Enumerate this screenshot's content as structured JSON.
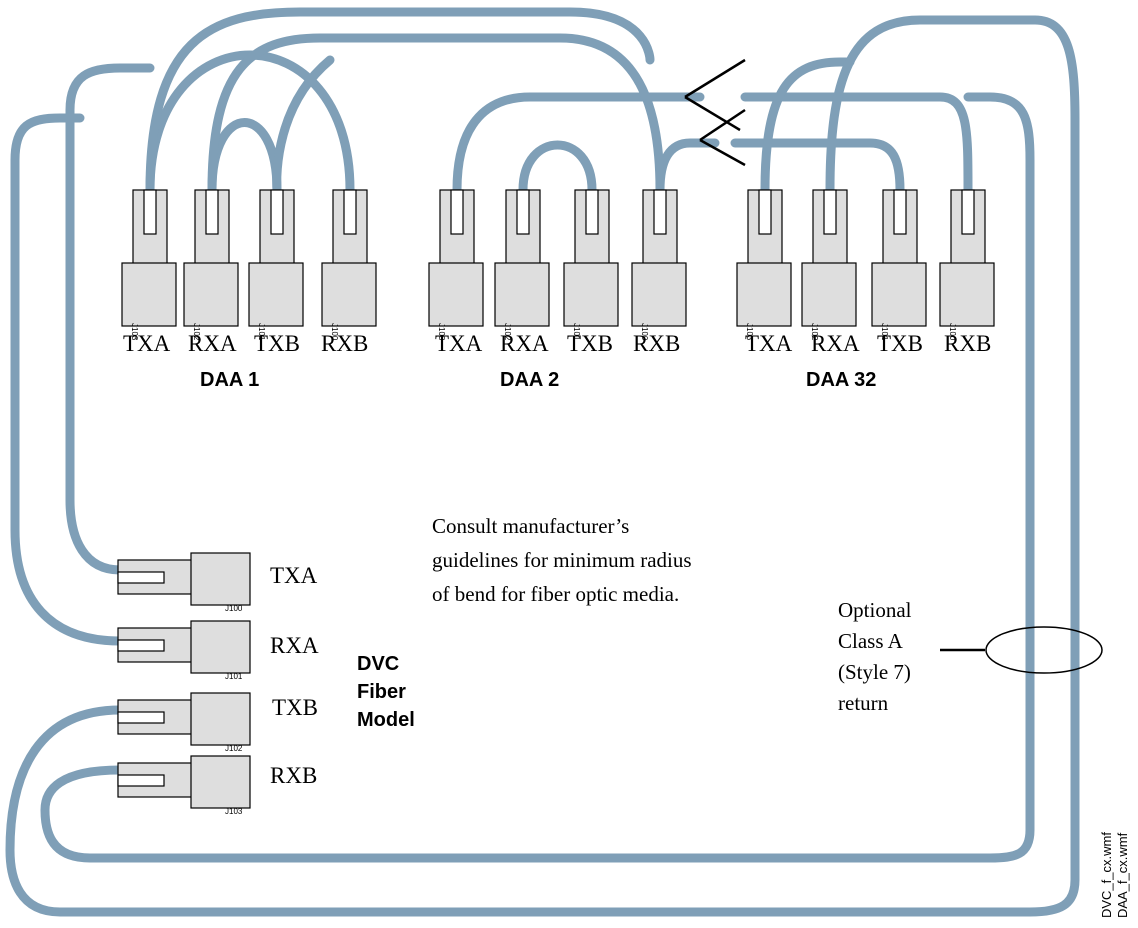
{
  "daa_groups": [
    {
      "title": "DAA 1",
      "ports": [
        "TXA",
        "RXA",
        "TXB",
        "RXB"
      ],
      "jacks": [
        "J103",
        "J102",
        "J101",
        "J100"
      ]
    },
    {
      "title": "DAA 2",
      "ports": [
        "TXA",
        "RXA",
        "TXB",
        "RXB"
      ],
      "jacks": [
        "J103",
        "J102",
        "J101",
        "J100"
      ]
    },
    {
      "title": "DAA 32",
      "ports": [
        "TXA",
        "RXA",
        "TXB",
        "RXB"
      ],
      "jacks": [
        "J103",
        "J102",
        "J101",
        "J100"
      ]
    }
  ],
  "dvc": {
    "title_lines": [
      "DVC",
      "Fiber",
      "Model"
    ],
    "ports": [
      "TXA",
      "RXA",
      "TXB",
      "RXB"
    ],
    "jacks": [
      "J100",
      "J101",
      "J102",
      "J103"
    ]
  },
  "note_lines": [
    "Consult manufacturer’s",
    "guidelines for minimum radius",
    "of bend for fiber optic media."
  ],
  "optional_lines": [
    "Optional",
    "Class A",
    "(Style 7)",
    "return"
  ],
  "file_labels": [
    "DVC_f_cx.wmf",
    "DAA_f_cx.wmf"
  ],
  "colors": {
    "cable": "#7f9fb7",
    "connector": "#dedede"
  }
}
